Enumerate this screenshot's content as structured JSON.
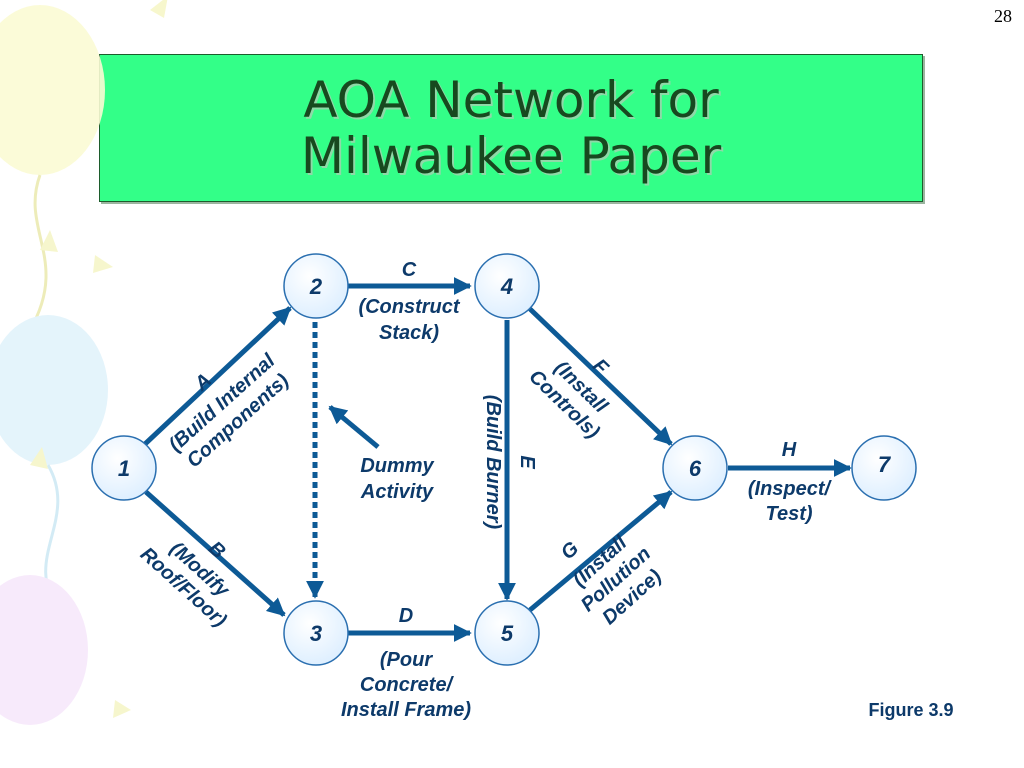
{
  "slide": {
    "number": "28",
    "figure_label": "Figure 3.9"
  },
  "title": {
    "line1": "AOA Network for",
    "line2": "Milwaukee Paper"
  },
  "nodes": [
    "1",
    "2",
    "3",
    "4",
    "5",
    "6",
    "7"
  ],
  "activities": {
    "A": {
      "letter": "A",
      "desc_line1": "(Build Internal",
      "desc_line2": "Components)"
    },
    "B": {
      "letter": "B",
      "desc_line1": "(Modify",
      "desc_line2": "Roof/Floor)"
    },
    "C": {
      "letter": "C",
      "desc_line1": "(Construct",
      "desc_line2": "Stack)"
    },
    "D": {
      "letter": "D",
      "desc_line1": "(Pour",
      "desc_line2": "Concrete/",
      "desc_line3": "Install Frame)"
    },
    "E": {
      "letter": "E",
      "desc_line1": "(Build Burner)"
    },
    "F": {
      "letter": "F",
      "desc_line1": "(Install",
      "desc_line2": "Controls)"
    },
    "G": {
      "letter": "G",
      "desc_line1": "(Install",
      "desc_line2": "Pollution",
      "desc_line3": "Device)"
    },
    "H": {
      "letter": "H",
      "desc_line1": "(Inspect/",
      "desc_line2": "Test)"
    }
  },
  "dummy": {
    "line1": "Dummy",
    "line2": "Activity"
  },
  "colors": {
    "title_fill": "#33ff88",
    "title_text": "#17491f",
    "arrow": "#0d5a96",
    "node_fill": "#eaf4ff",
    "node_stroke": "#2a6fb0",
    "label": "#0d3a6a"
  }
}
